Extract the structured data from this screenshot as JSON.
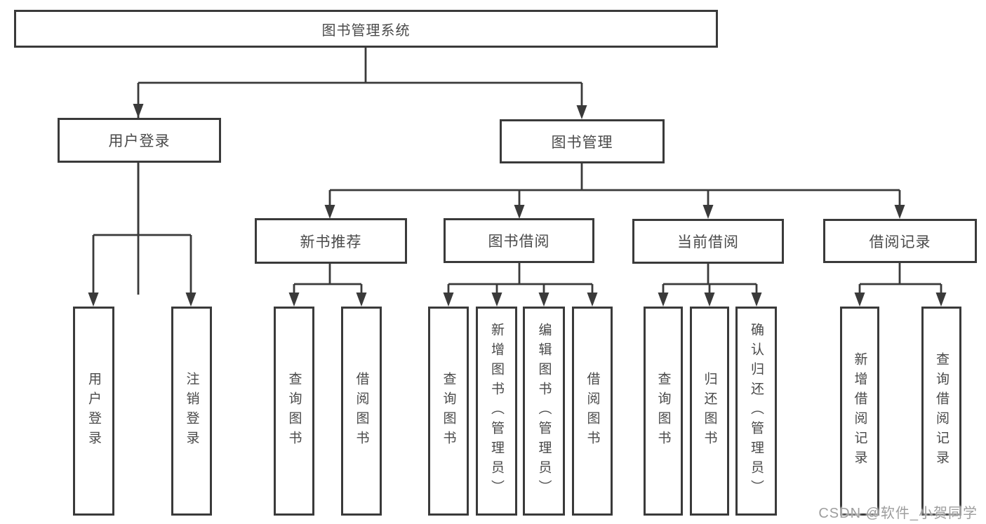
{
  "diagram_title": "图书管理系统",
  "tree": {
    "label": "图书管理系统",
    "children": [
      {
        "label": "用户登录",
        "children": [
          {
            "label": "用户登录"
          },
          {
            "label": "注销登录"
          }
        ]
      },
      {
        "label": "图书管理",
        "children": [
          {
            "label": "新书推荐",
            "children": [
              {
                "label": "查询图书"
              },
              {
                "label": "借阅图书"
              }
            ]
          },
          {
            "label": "图书借阅",
            "children": [
              {
                "label": "查询图书"
              },
              {
                "label": "新增图书（管理员）"
              },
              {
                "label": "编辑图书（管理员）"
              },
              {
                "label": "借阅图书"
              }
            ]
          },
          {
            "label": "当前借阅",
            "children": [
              {
                "label": "查询图书"
              },
              {
                "label": "归还图书"
              },
              {
                "label": "确认归还（管理员）"
              }
            ]
          },
          {
            "label": "借阅记录",
            "children": [
              {
                "label": "新增借阅记录"
              },
              {
                "label": "查询借阅记录"
              }
            ]
          }
        ]
      }
    ]
  },
  "watermark": "CSDN @软件_小贺同学",
  "colors": {
    "line": "#3a3a3a",
    "box_border": "#3a3a3a",
    "box_fill": "#ffffff",
    "text": "#4a4a4a",
    "watermark_text": "#9e9e9e",
    "background": "#ffffff"
  }
}
